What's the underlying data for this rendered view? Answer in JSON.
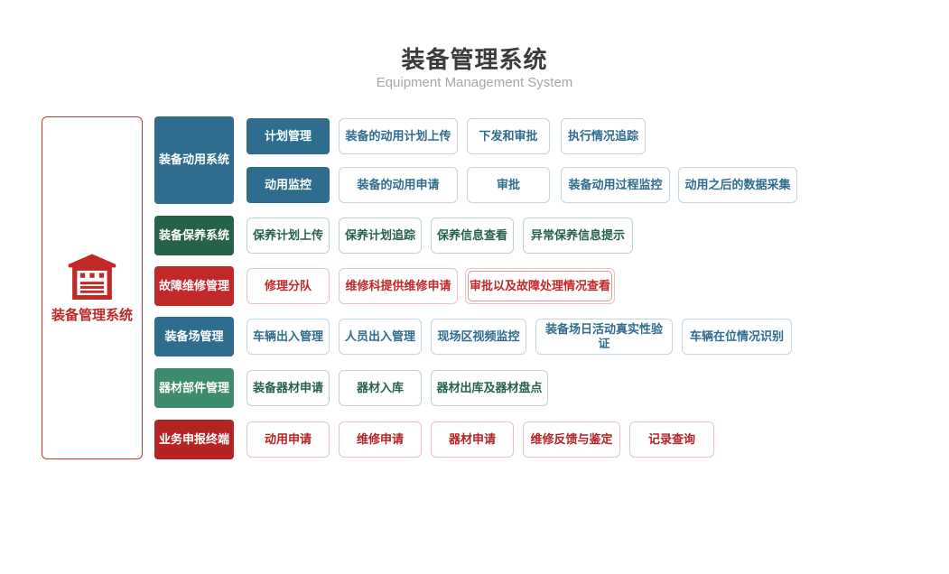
{
  "header": {
    "title": "装备管理系统",
    "subtitle": "Equipment Management System"
  },
  "root": {
    "label": "装备管理系统",
    "icon": "garage-icon"
  },
  "branches": [
    {
      "label": "装备动用系统",
      "color": "#2e6d8e",
      "groups": [
        {
          "label": "计划管理",
          "items": [
            "装备的动用计划上传",
            "下发和审批",
            "执行情况追踪"
          ]
        },
        {
          "label": "动用监控",
          "items": [
            "装备的动用申请",
            "审批",
            "装备动用过程监控",
            "动用之后的数据采集"
          ]
        }
      ]
    },
    {
      "label": "装备保养系统",
      "color": "#266249",
      "items": [
        "保养计划上传",
        "保养计划追踪",
        "保养信息查看",
        "异常保养信息提示"
      ]
    },
    {
      "label": "故障维修管理",
      "color": "#c12929",
      "items": [
        "修理分队",
        "维修科提供维修申请",
        "审批以及故障处理情况查看"
      ]
    },
    {
      "label": "装备场管理",
      "color": "#2e6d8e",
      "items": [
        "车辆出入管理",
        "人员出入管理",
        "现场区视频监控",
        "装备场日活动真实性验证",
        "车辆在位情况识别"
      ]
    },
    {
      "label": "器材部件管理",
      "color": "#3d8b6d",
      "items": [
        "装备器材申请",
        "器材入库",
        "器材出库及器材盘点"
      ]
    },
    {
      "label": "业务申报终端",
      "color": "#b52424",
      "items": [
        "动用申请",
        "维修申请",
        "器材申请",
        "维修反馈与鉴定",
        "记录查询"
      ]
    }
  ],
  "colors": {
    "blue": "#2e6d8e",
    "dark_green": "#266249",
    "green": "#3d8b6d",
    "red": "#c12929",
    "dark_red": "#b52424",
    "title_text": "#3b3b3b",
    "subtitle_text": "#a8a8a8"
  }
}
